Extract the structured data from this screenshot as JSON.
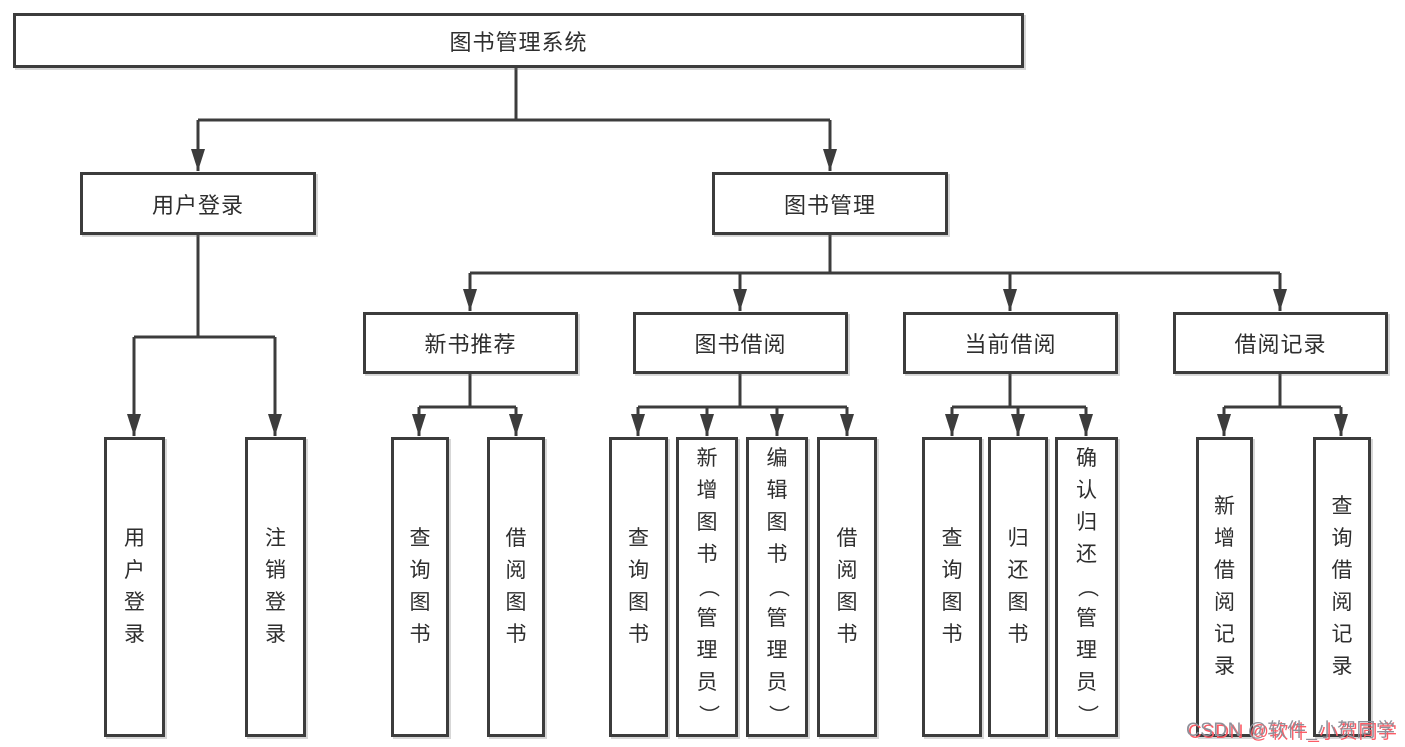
{
  "diagram_title": "图书管理系统",
  "colors": {
    "line": "#3c3c3c",
    "box_bg": "#ffffff",
    "text": "#2e2e2e",
    "watermark_text": "#8f9099",
    "watermark_shadow": "#fc5c66"
  },
  "nodes": {
    "root": {
      "label": "图书管理系统"
    },
    "user_login": {
      "label": "用户登录"
    },
    "book_mgmt": {
      "label": "图书管理"
    },
    "new_book_rec": {
      "label": "新书推荐"
    },
    "book_borrow": {
      "label": "图书借阅"
    },
    "current_borrow": {
      "label": "当前借阅"
    },
    "borrow_records": {
      "label": "借阅记录"
    },
    "leaf_user_login": {
      "label": "用户登录"
    },
    "leaf_logout": {
      "label": "注销登录"
    },
    "leaf_rec_query": {
      "label": "查询图书"
    },
    "leaf_rec_borrow": {
      "label": "借阅图书"
    },
    "leaf_bb_query": {
      "label": "查询图书"
    },
    "leaf_bb_add": {
      "label": "新增图书（管理员）"
    },
    "leaf_bb_edit": {
      "label": "编辑图书（管理员）"
    },
    "leaf_bb_borrow": {
      "label": "借阅图书"
    },
    "leaf_cb_query": {
      "label": "查询图书"
    },
    "leaf_cb_return": {
      "label": "归还图书"
    },
    "leaf_cb_confirm": {
      "label": "确认归还（管理员）"
    },
    "leaf_br_add": {
      "label": "新增借阅记录"
    },
    "leaf_br_query": {
      "label": "查询借阅记录"
    }
  },
  "hierarchy": {
    "root": "图书管理系统",
    "children": [
      {
        "label": "用户登录",
        "children": [
          "用户登录",
          "注销登录"
        ]
      },
      {
        "label": "图书管理",
        "children": [
          {
            "label": "新书推荐",
            "children": [
              "查询图书",
              "借阅图书"
            ]
          },
          {
            "label": "图书借阅",
            "children": [
              "查询图书",
              "新增图书（管理员）",
              "编辑图书（管理员）",
              "借阅图书"
            ]
          },
          {
            "label": "当前借阅",
            "children": [
              "查询图书",
              "归还图书",
              "确认归还（管理员）"
            ]
          },
          {
            "label": "借阅记录",
            "children": [
              "新增借阅记录",
              "查询借阅记录"
            ]
          }
        ]
      }
    ]
  },
  "watermark": {
    "text": "CSDN @软件_小贺同学"
  }
}
